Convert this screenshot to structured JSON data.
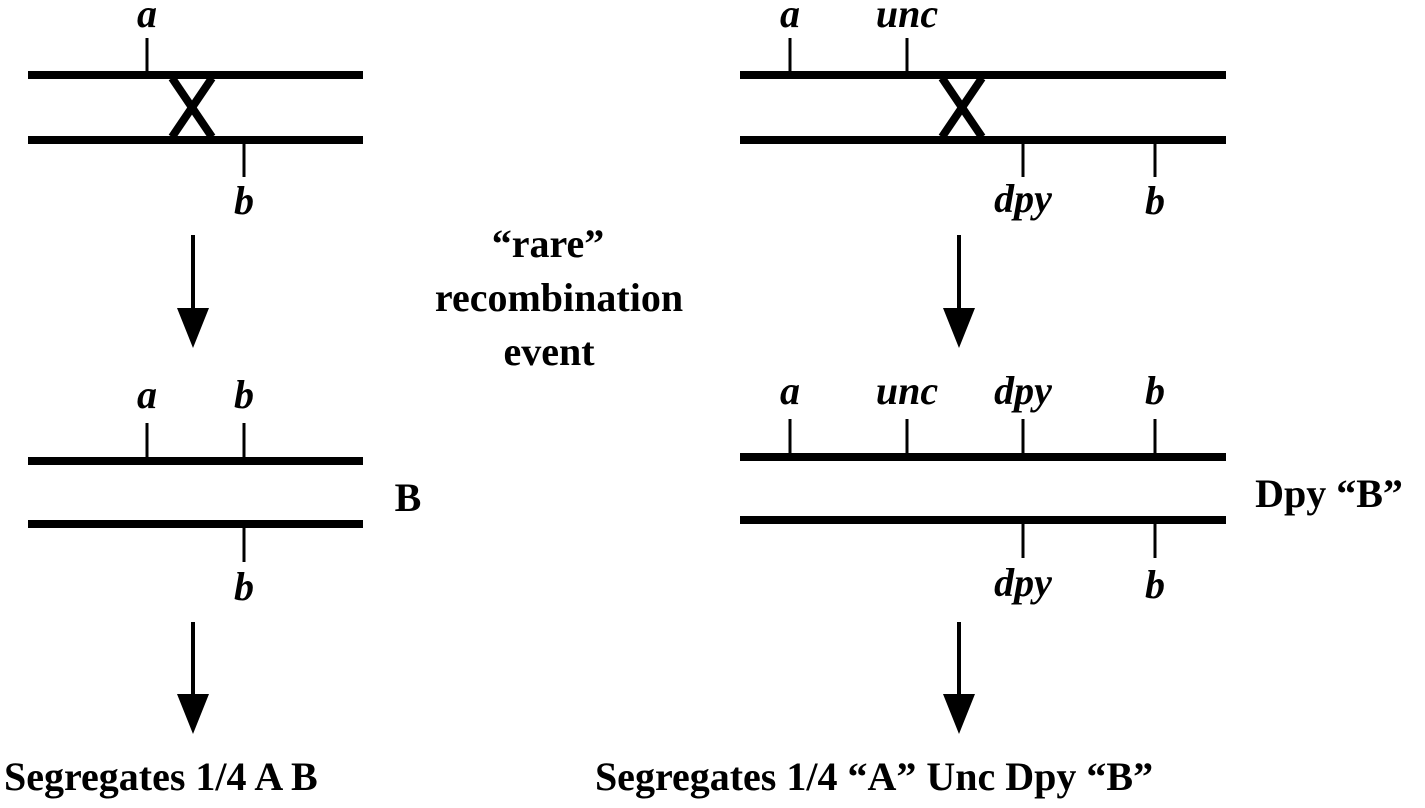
{
  "colors": {
    "ink": "#000000",
    "background": "#ffffff"
  },
  "left": {
    "top_marker_a": "a",
    "top_marker_b": "b",
    "bottom_marker_a": "a",
    "bottom_marker_b_upper": "b",
    "bottom_marker_b_lower": "b",
    "phenotype": "B",
    "result": "Segregates 1/4 A B"
  },
  "center": {
    "line1": "“rare”",
    "line2": "recombination",
    "line3": "event"
  },
  "right": {
    "top_marker_a": "a",
    "top_marker_unc": "unc",
    "top_marker_dpy": "dpy",
    "top_marker_b": "b",
    "bottom_upper_a": "a",
    "bottom_upper_unc": "unc",
    "bottom_upper_dpy": "dpy",
    "bottom_upper_b": "b",
    "bottom_lower_dpy": "dpy",
    "bottom_lower_b": "b",
    "phenotype": "Dpy “B”",
    "result": "Segregates 1/4 “A” Unc Dpy “B”"
  }
}
